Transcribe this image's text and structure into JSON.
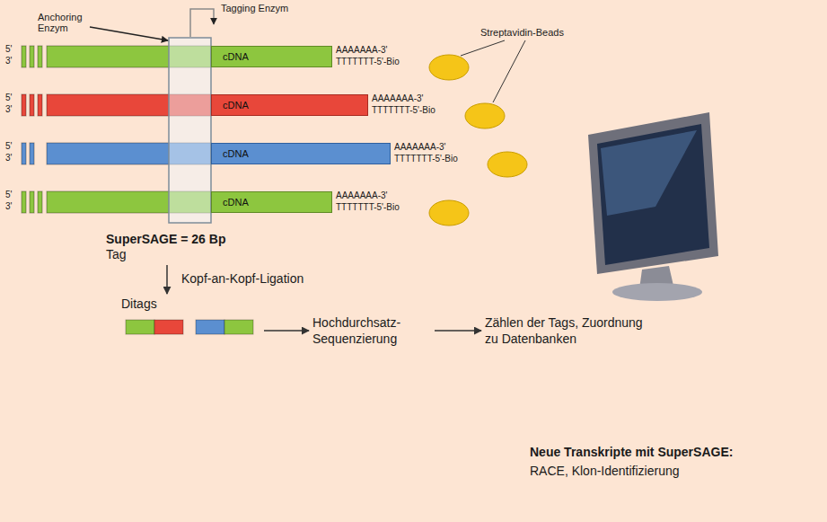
{
  "diagram": {
    "nodes": [
      {
        "text": [
          "cDNA"
        ]
      },
      {
        "text": [
          "cDNA"
        ]
      },
      {
        "text": [
          "cDNA"
        ]
      },
      {
        "text": [
          "cDNA"
        ]
      },
      {
        "text": [
          "SuperSAGE = 26 Bp",
          "Tag"
        ]
      },
      {
        "text": [
          "Ditags"
        ]
      },
      {
        "text": [
          "Hochdurchsatz-Sequenzierung"
        ]
      },
      {
        "text": [
          "Zählen der Tags, Zuordnung zu Datenbanken"
        ]
      }
    ],
    "edges": [
      {
        "from": 4,
        "to": 5,
        "arrow": "to",
        "label": "Kopf-an-Kopf-Ligation"
      },
      {
        "from": 5,
        "to": 6,
        "arrow": "to"
      },
      {
        "from": 6,
        "to": 7,
        "arrow": "to"
      }
    ],
    "labels": [
      "Anchoring Enzym",
      "Tagging Enzym",
      "Streptavidin-Beads",
      "5'",
      "3'",
      "AAAAAAA-3'",
      "TTTTTTT-5'-Bio",
      "5'",
      "3'",
      "AAAAAAA-3'",
      "TTTTTTT-5'-Bio",
      "5'",
      "3'",
      "AAAAAAA-3'",
      "TTTTTTT-5'-Bio",
      "5'",
      "3'",
      "AAAAAAA-3'",
      "TTTTTTT-5'-Bio",
      "Neue Transkripte mit SuperSAGE:",
      "RACE, Klon-Identifizierung"
    ]
  }
}
